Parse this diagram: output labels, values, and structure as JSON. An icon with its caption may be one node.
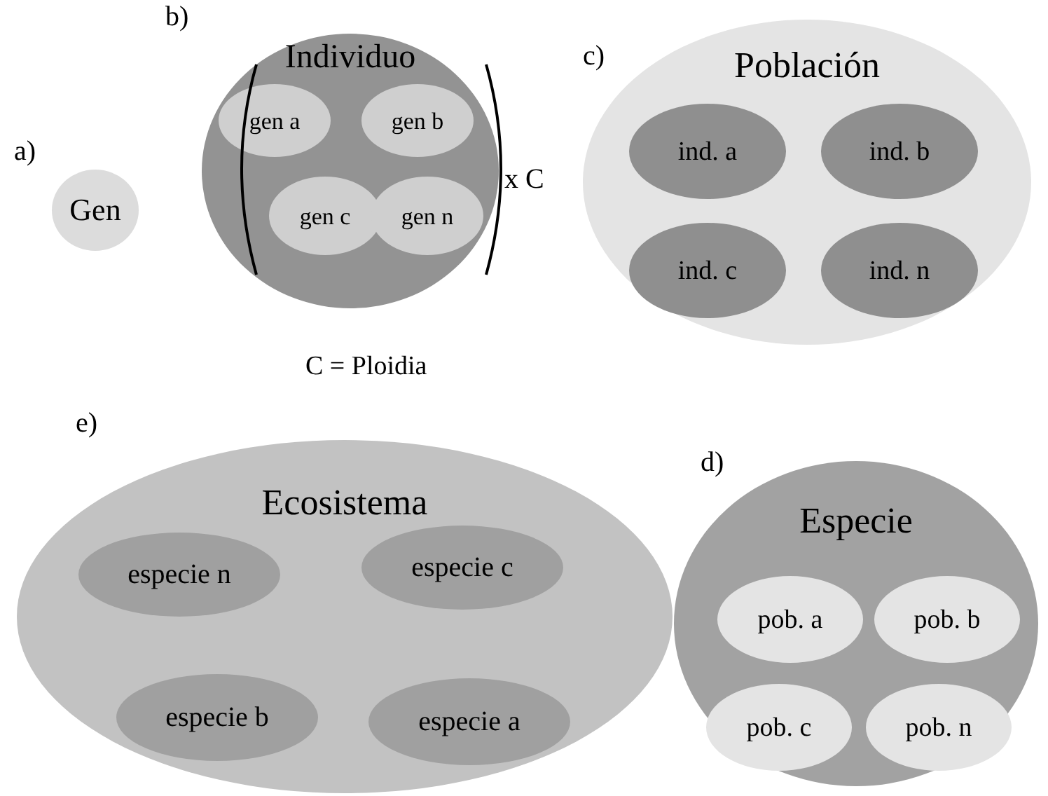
{
  "diagram": {
    "nodes": [
      {
        "text": [
          "Gen"
        ]
      },
      {
        "text": [
          "Individuo"
        ]
      },
      {
        "text": [
          "gen a"
        ],
        "in": 1
      },
      {
        "text": [
          "gen b"
        ],
        "in": 1
      },
      {
        "text": [
          "gen c"
        ],
        "in": 1
      },
      {
        "text": [
          "gen n"
        ],
        "in": 1
      },
      {
        "text": [
          "Población"
        ]
      },
      {
        "text": [
          "ind. a"
        ],
        "in": 6
      },
      {
        "text": [
          "ind. b"
        ],
        "in": 6
      },
      {
        "text": [
          "ind. c"
        ],
        "in": 6
      },
      {
        "text": [
          "ind. n"
        ],
        "in": 6
      },
      {
        "text": [
          "Ecosistema"
        ]
      },
      {
        "text": [
          "especie n"
        ],
        "in": 11
      },
      {
        "text": [
          "especie c"
        ],
        "in": 11
      },
      {
        "text": [
          "especie b"
        ],
        "in": 11
      },
      {
        "text": [
          "especie a"
        ],
        "in": 11
      },
      {
        "text": [
          "Especie"
        ]
      },
      {
        "text": [
          "pob. a"
        ],
        "in": 16
      },
      {
        "text": [
          "pob. b"
        ],
        "in": 16
      },
      {
        "text": [
          "pob. c"
        ],
        "in": 16
      },
      {
        "text": [
          "pob. n"
        ],
        "in": 16
      }
    ],
    "labels": [
      "a)",
      "b)",
      "x C",
      "C = Ploidia",
      "c)",
      "e)",
      "d)"
    ]
  }
}
